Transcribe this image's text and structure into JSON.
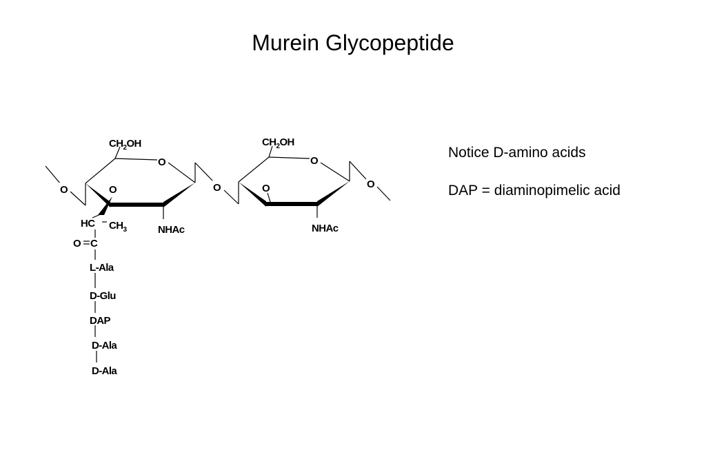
{
  "title": "Murein Glycopeptide",
  "notes": [
    "Notice D-amino acids",
    "DAP = diaminopimelic acid"
  ],
  "structure": {
    "ring_oxygen": "O",
    "glycosidic_oxygen": "O",
    "ring1": {
      "ch2oh": {
        "main": "CH",
        "sub": "2",
        "tail": "OH"
      },
      "substituent": "NHAc",
      "ether_oxygen": "O"
    },
    "ring2": {
      "ch2oh": {
        "main": "CH",
        "sub": "2",
        "tail": "OH"
      },
      "substituent": "NHAc",
      "hydroxyl_oxygen": "O"
    },
    "lactyl": {
      "hc": "HC",
      "ch3": {
        "main": "CH",
        "sub": "3"
      },
      "carbonyl_o": "O",
      "carbonyl_c": "C"
    },
    "peptide_chain": [
      "L-Ala",
      "D-Glu",
      "DAP",
      "D-Ala",
      "D-Ala"
    ]
  }
}
